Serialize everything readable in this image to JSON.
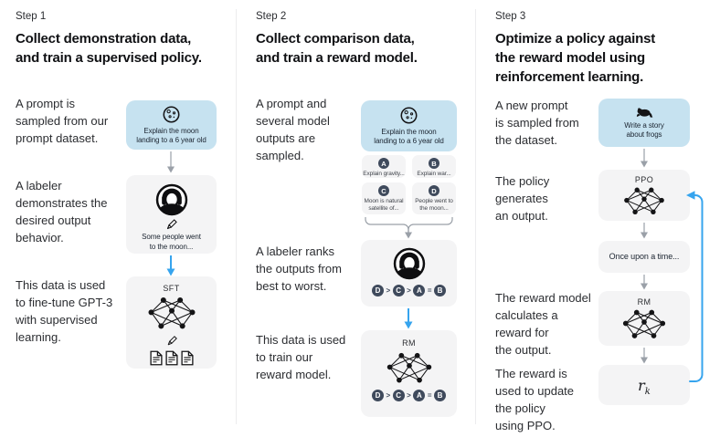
{
  "figure": {
    "name": "Reinforcement learning from human feedback diagram",
    "colors": {
      "prompt_box_bg": "#c6e2f0",
      "panel_bg": "#f4f4f5",
      "accent_blue": "#36a4ee",
      "arrow_gray": "#9aa0a8",
      "badge_bg": "#3f4a5c",
      "divider": "#ececee",
      "title_text": "#101114",
      "body_text": "#2b2d31"
    },
    "icons": {
      "moon": "moon-icon",
      "frog": "frog-icon",
      "labeler": "labeler-icon",
      "pencil": "pencil-icon",
      "documents": "documents-icon",
      "network": "neural-network-icon",
      "down_arrow": "arrow-down-icon",
      "merge": "merge-brace-icon",
      "feedback": "feedback-loop-arrow-icon"
    }
  },
  "shared": {
    "prompt_lines": [
      "Explain the moon",
      "landing to a 6 year old"
    ],
    "ranking": [
      "D",
      ">",
      "C",
      ">",
      "A",
      "=",
      "B"
    ]
  },
  "columns": [
    {
      "step": "Step 1",
      "title_lines": [
        "Collect demonstration data,",
        "and train a supervised policy."
      ],
      "captions": {
        "c1": [
          "A prompt is",
          "sampled from our",
          "prompt dataset."
        ],
        "c2": [
          "A labeler",
          "demonstrates the",
          "desired output",
          "behavior."
        ],
        "c3": [
          "This data is used",
          "to fine-tune GPT-3",
          "with supervised",
          "learning."
        ]
      },
      "labeler_output_lines": [
        "Some people went",
        "to the moon..."
      ],
      "model_label": "SFT"
    },
    {
      "step": "Step 2",
      "title_lines": [
        "Collect comparison data,",
        "and train a reward model."
      ],
      "captions": {
        "c1": [
          "A prompt and",
          "several model",
          "outputs are",
          "sampled."
        ],
        "c2": [
          "A labeler ranks",
          "the outputs from",
          "best to worst."
        ],
        "c3": [
          "This data is used",
          "to train our",
          "reward model."
        ]
      },
      "outputs": [
        {
          "letter": "A",
          "lines": [
            "Explain gravity..."
          ]
        },
        {
          "letter": "B",
          "lines": [
            "Explain war..."
          ]
        },
        {
          "letter": "C",
          "lines": [
            "Moon is natural",
            "satellite of..."
          ]
        },
        {
          "letter": "D",
          "lines": [
            "People went to",
            "the moon..."
          ]
        }
      ],
      "model_label": "RM"
    },
    {
      "step": "Step 3",
      "title_lines": [
        "Optimize a policy against",
        "the reward model using",
        "reinforcement learning."
      ],
      "captions": {
        "c1": [
          "A new prompt",
          "is sampled from",
          "the dataset."
        ],
        "c2": [
          "The policy",
          "generates",
          "an output."
        ],
        "c3": [
          "The reward model",
          "calculates a",
          "reward for",
          "the output."
        ],
        "c4": [
          "The reward is",
          "used to update",
          "the policy",
          "using PPO."
        ]
      },
      "prompt_lines": [
        "Write a story",
        "about frogs"
      ],
      "policy_label": "PPO",
      "output_text": "Once upon a time...",
      "reward_model_label": "RM",
      "reward_symbol": {
        "base": "r",
        "sub": "k"
      }
    }
  ]
}
